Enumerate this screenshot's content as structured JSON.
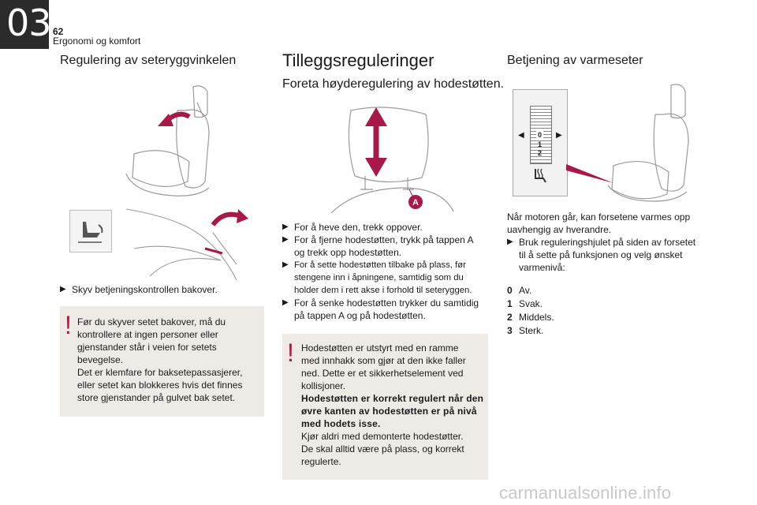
{
  "header": {
    "chapter_number": "03",
    "page_number": "62",
    "chapter_name": "Ergonomi og komfort"
  },
  "col1": {
    "title": "Regulering av seteryggvinkelen",
    "bullet": "Skyv betjeningskontrollen bakover.",
    "warning_lines": [
      "Før du skyver setet bakover, må du",
      "kontrollere at ingen personer eller",
      "gjenstander står i veien for setets",
      "bevegelse.",
      "Det er klemfare for baksetepassasjerer,",
      "eller setet kan blokkeres hvis det finnes",
      "store gjenstander på gulvet bak setet."
    ]
  },
  "col2": {
    "title": "Tilleggsreguleringer",
    "subtitle": "Foreta høyderegulering av hodestøtten.",
    "callout_label": "A",
    "bullets": [
      {
        "lines": [
          "For å heve den, trekk oppover."
        ]
      },
      {
        "lines": [
          "For å fjerne hodestøtten, trykk på tappen A",
          "og trekk opp hodestøtten."
        ]
      },
      {
        "lines": [
          "For å sette hodestøtten tilbake på plass, før",
          "stengene inn i åpningene, samtidig som du",
          "holder dem i rett akse i forhold til seteryggen."
        ]
      },
      {
        "lines": [
          "For å senke hodestøtten trykker du samtidig",
          "på tappen A og på hodestøtten."
        ]
      }
    ],
    "warning_lines": [
      "Hodestøtten er utstyrt med en ramme",
      "med innhakk som gjør at den ikke faller",
      "ned. Dette er et sikkerhetselement ved",
      "kollisjoner."
    ],
    "warning_bold_lines": [
      "Hodestøtten er korrekt regulert når den",
      "øvre kanten av hodestøtten er på nivå",
      "med hodets isse."
    ],
    "warning_end_lines": [
      "Kjør aldri med demonterte hodestøtter.",
      "De skal alltid være på plass, og korrekt",
      "regulerte."
    ]
  },
  "col3": {
    "title": "Betjening av varmeseter",
    "dial_labels": [
      "0",
      "1",
      "2"
    ],
    "intro_lines": [
      "Når motoren går, kan forsetene varmes opp",
      "uavhengig av hverandre."
    ],
    "bullet_lines": [
      "Bruk reguleringshjulet på siden av forsetet",
      "til å sette på funksjonen og velg ønsket",
      "varmenivå:"
    ],
    "levels": [
      {
        "num": "0",
        "label": "Av."
      },
      {
        "num": "1",
        "label": "Svak."
      },
      {
        "num": "2",
        "label": "Middels."
      },
      {
        "num": "3",
        "label": "Sterk."
      }
    ]
  },
  "footer": {
    "watermark": "carmanualsonline.info"
  },
  "colors": {
    "accent": "#a8194a",
    "warning_bg": "#eeebe7",
    "warning_mark": "#c4123a",
    "chapter_tab": "#2b2b2b"
  }
}
